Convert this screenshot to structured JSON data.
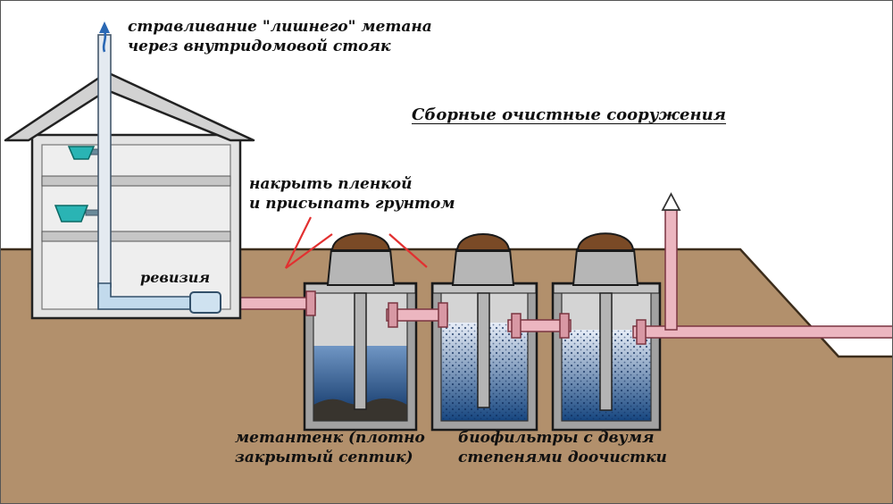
{
  "title": "Сборные очистные сооружения",
  "labels": {
    "methane_vent": "стравливание \"лишнего\" метана\nчерез внутридомовой стояк",
    "cover": "накрыть пленкой\nи присыпать грунтом",
    "revision": "ревизия",
    "methane_tank": "метантенк (плотно\nзакрытый септик)",
    "biofilters": "биофильтры с двумя\nстепенями доочистки"
  },
  "colors": {
    "ground": "#b2906c",
    "tank_wall_gray": "#a2a2a2",
    "pipe_pink": "#ecb6c0",
    "pipe_blue": "#c2daec",
    "water_blue_dark": "#0c3264",
    "lid_brown": "#7a4a26",
    "fixture_teal": "#2ab4b4",
    "film_line_red": "#e23030",
    "arrow_blue": "#2a68b4"
  }
}
